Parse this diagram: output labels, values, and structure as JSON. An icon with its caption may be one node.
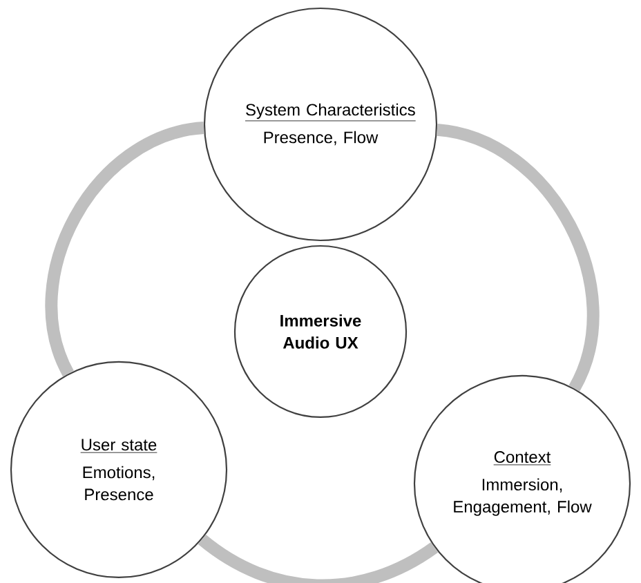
{
  "diagram": {
    "nodes": [
      {
        "text": [
          "System Characteristics",
          "Presence, Flow"
        ]
      },
      {
        "text": [
          "Immersive Audio UX"
        ]
      },
      {
        "text": [
          "User state",
          "Emotions, Presence"
        ]
      },
      {
        "text": [
          "Context",
          "Immersion, Engagement, Flow"
        ]
      }
    ],
    "edges": [
      {
        "from": 0,
        "to": 3,
        "arrow": "none"
      },
      {
        "from": 3,
        "to": 2,
        "arrow": "none"
      },
      {
        "from": 2,
        "to": 0,
        "arrow": "none"
      }
    ]
  }
}
